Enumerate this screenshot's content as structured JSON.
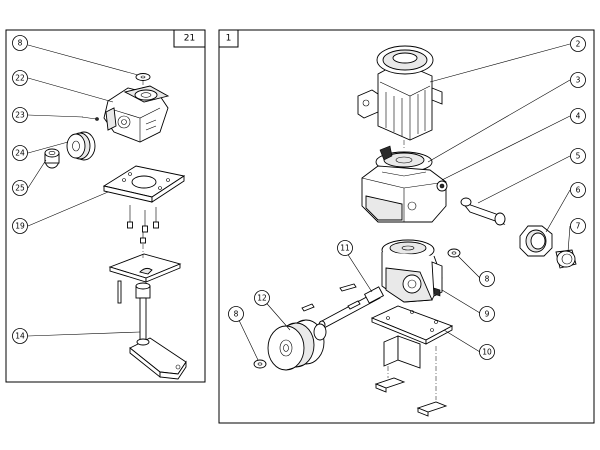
{
  "panels": {
    "left_number": "21",
    "right_number": "1"
  },
  "callouts": {
    "left": [
      "8",
      "22",
      "23",
      "24",
      "25",
      "19",
      "14"
    ],
    "right": [
      "2",
      "3",
      "4",
      "5",
      "6",
      "7",
      "11",
      "8",
      "9",
      "12",
      "8",
      "10"
    ]
  }
}
